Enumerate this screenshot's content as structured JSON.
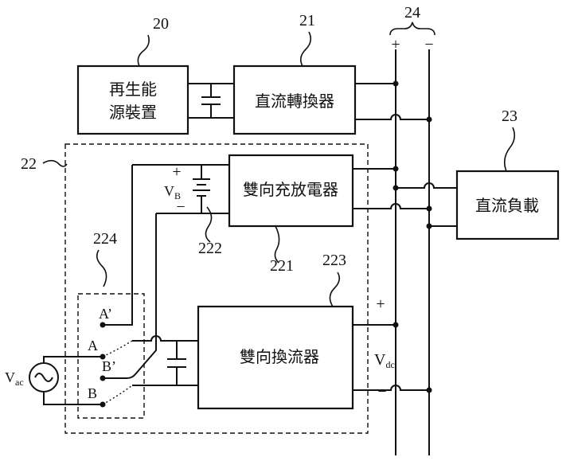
{
  "blocks": {
    "renewable": {
      "line1": "再生能",
      "line2": "源裝置",
      "ref": "20"
    },
    "dcdc": {
      "label": "直流轉換器",
      "ref": "21"
    },
    "bus": {
      "ref": "24",
      "plus": "+",
      "minus": "−"
    },
    "load": {
      "label": "直流負載",
      "ref": "23"
    },
    "system": {
      "ref": "22"
    },
    "charger": {
      "label": "雙向充放電器",
      "ref": "221"
    },
    "battery": {
      "v": "V",
      "sub": "B",
      "plus": "+",
      "minus": "−",
      "ref": "222"
    },
    "inverter": {
      "label": "雙向換流器",
      "ref": "223"
    },
    "switch": {
      "ref": "224",
      "a_prime": "A’",
      "a": "A",
      "b_prime": "B’",
      "b": "B"
    },
    "source": {
      "v": "V",
      "sub": "ac"
    },
    "vdc": {
      "v": "V",
      "sub": "dc",
      "plus": "+",
      "minus": "−"
    }
  }
}
